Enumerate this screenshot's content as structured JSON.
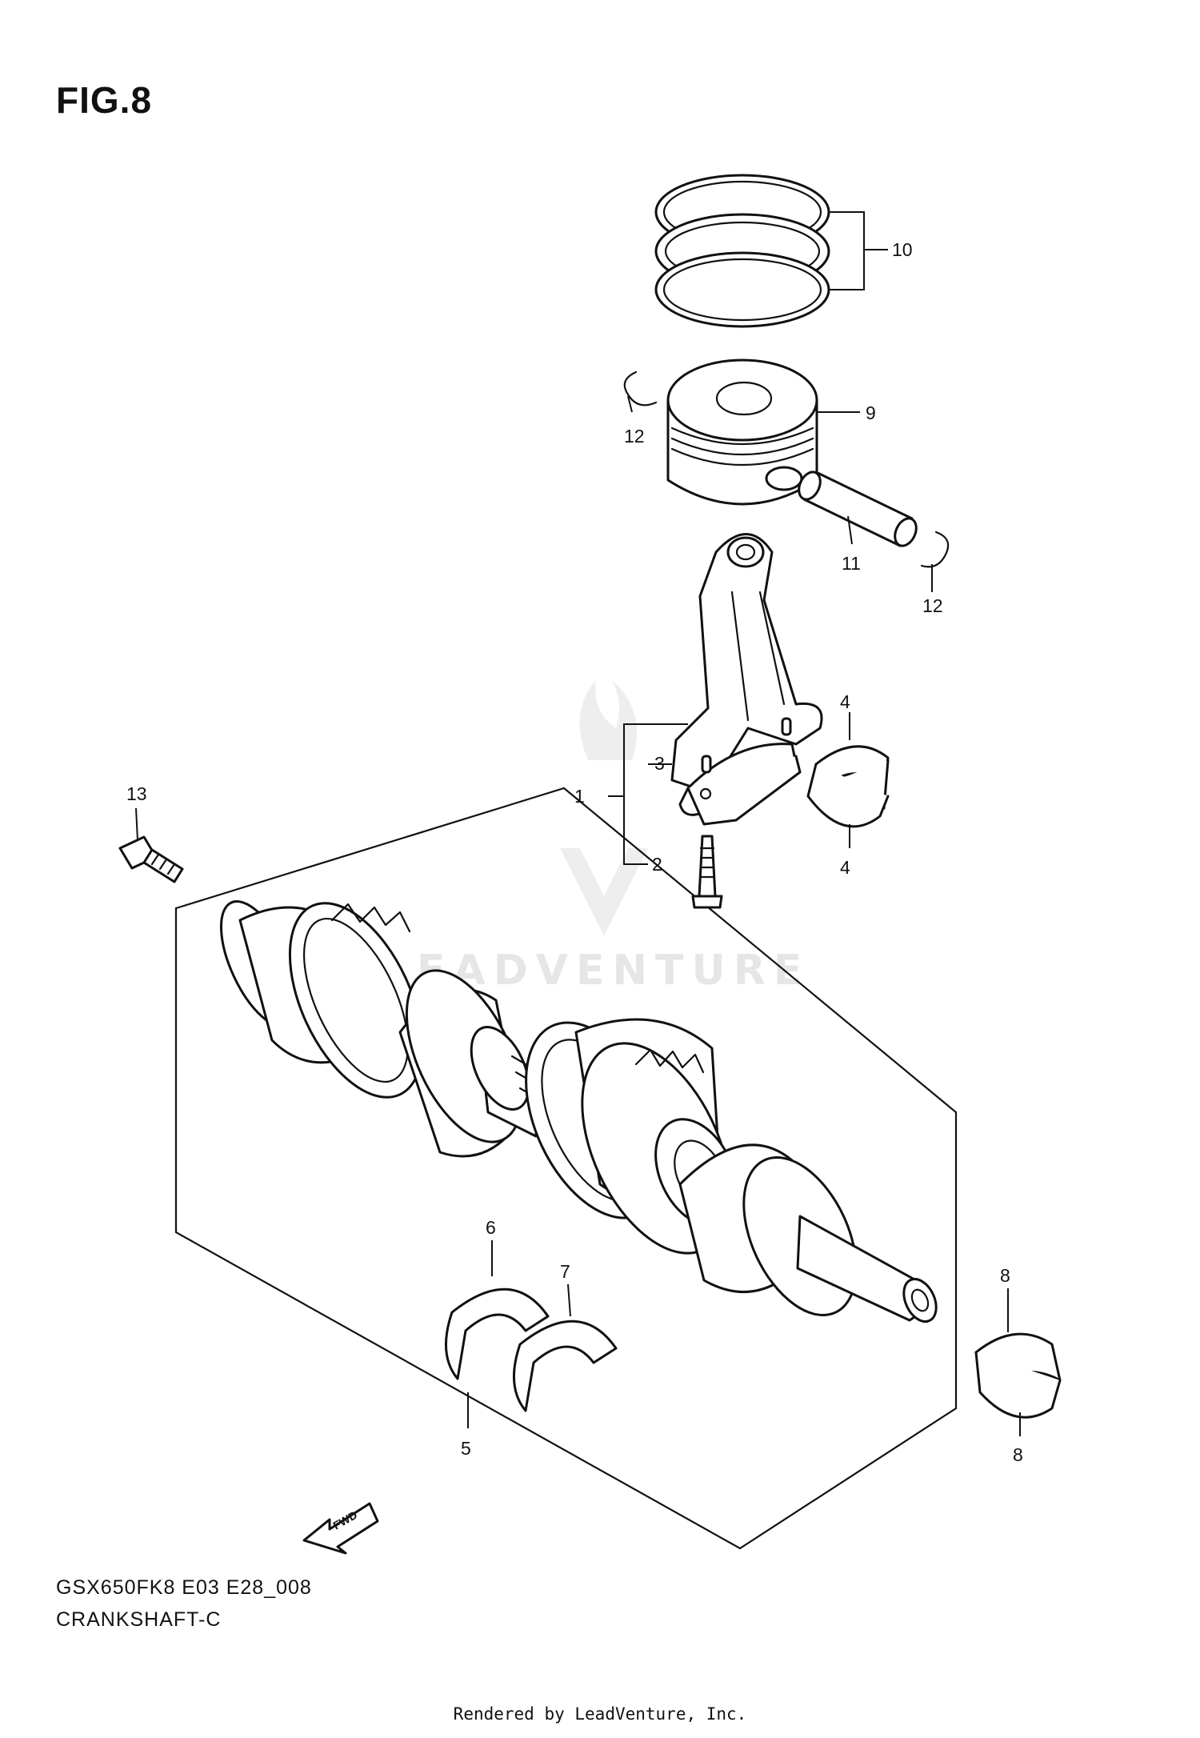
{
  "figure": {
    "title": "FIG.8",
    "model_code": "GSX650FK8 E03 E28_008",
    "assembly_name": "CRANKSHAFT-C"
  },
  "watermark": "LEADVENTURE",
  "forward_arrow_label": "FWD",
  "rendered_by": "Rendered by LeadVenture, Inc.",
  "callouts": [
    {
      "id": "c10",
      "label": "10"
    },
    {
      "id": "c9",
      "label": "9"
    },
    {
      "id": "c12a",
      "label": "12"
    },
    {
      "id": "c11",
      "label": "11"
    },
    {
      "id": "c12b",
      "label": "12"
    },
    {
      "id": "c4a",
      "label": "4"
    },
    {
      "id": "c4b",
      "label": "4"
    },
    {
      "id": "c3",
      "label": "3"
    },
    {
      "id": "c1",
      "label": "1"
    },
    {
      "id": "c2",
      "label": "2"
    },
    {
      "id": "c13",
      "label": "13"
    },
    {
      "id": "c6",
      "label": "6"
    },
    {
      "id": "c7",
      "label": "7"
    },
    {
      "id": "c5",
      "label": "5"
    },
    {
      "id": "c8a",
      "label": "8"
    },
    {
      "id": "c8b",
      "label": "8"
    }
  ]
}
